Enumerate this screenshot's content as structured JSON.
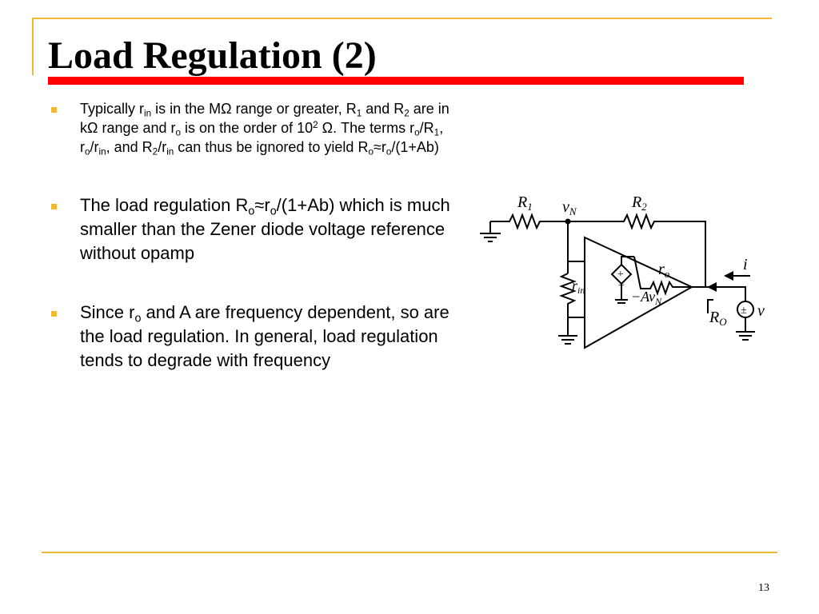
{
  "slide": {
    "title": "Load Regulation (2)",
    "page_number": "13"
  },
  "bullets": [
    {
      "parts": [
        {
          "t": "Typically r"
        },
        {
          "sub": "in"
        },
        {
          "t": " is in the MΩ range or greater, R"
        },
        {
          "sub": "1"
        },
        {
          "t": " and R"
        },
        {
          "sub": "2"
        },
        {
          "t": " are in kΩ range and r"
        },
        {
          "sub": "o"
        },
        {
          "t": " is on the order of 10"
        },
        {
          "sup": "2"
        },
        {
          "t": " Ω. The terms r"
        },
        {
          "sub": "o"
        },
        {
          "t": "/R"
        },
        {
          "sub": "1"
        },
        {
          "t": ", r"
        },
        {
          "sub": "o"
        },
        {
          "t": "/r"
        },
        {
          "sub": "in"
        },
        {
          "t": ", and R"
        },
        {
          "sub": "2"
        },
        {
          "t": "/r"
        },
        {
          "sub": "in"
        },
        {
          "t": " can thus be ignored to yield R"
        },
        {
          "sub": "o"
        },
        {
          "t": "≈r"
        },
        {
          "sub": "o"
        },
        {
          "t": "/(1+Ab)"
        }
      ]
    },
    {
      "parts": [
        {
          "t": "The load regulation R"
        },
        {
          "sub": "o"
        },
        {
          "t": "≈r"
        },
        {
          "sub": "o"
        },
        {
          "t": "/(1+Ab) which is much smaller than the Zener diode voltage reference without opamp"
        }
      ]
    },
    {
      "parts": [
        {
          "t": "Since r"
        },
        {
          "sub": "o"
        },
        {
          "t": " and A are frequency dependent, so are the load regulation. In general, load regulation tends to degrade with frequency"
        }
      ]
    }
  ],
  "circuit": {
    "labels": {
      "r1": "R",
      "r1_sub": "1",
      "vn": "v",
      "vn_sub": "N",
      "r2": "R",
      "r2_sub": "2",
      "ro": "r",
      "ro_sub": "o",
      "rin": "r",
      "rin_sub": "in",
      "src": "−Av",
      "src_sub": "N",
      "src_plus": "+",
      "src_minus": "−",
      "i": "i",
      "rout": "R",
      "rout_sub": "O",
      "v": "v",
      "vsrc_sign": "±"
    }
  }
}
